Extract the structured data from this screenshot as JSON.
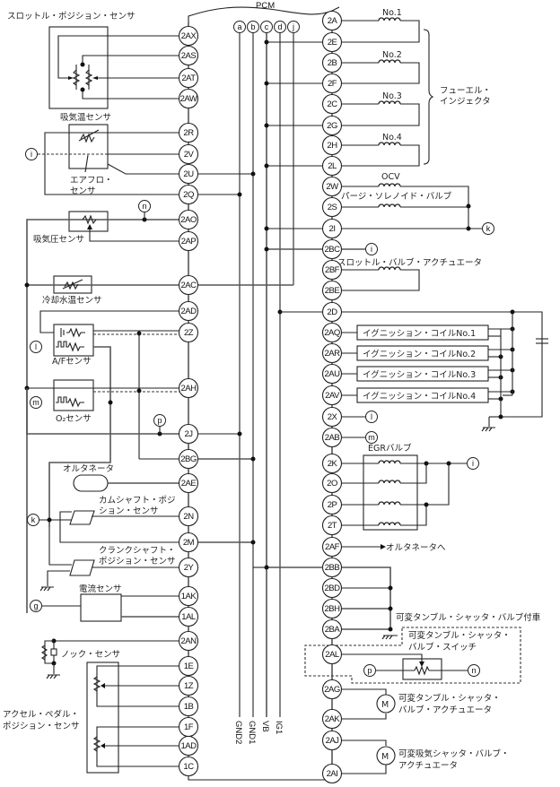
{
  "title": "PCM",
  "bus_tags": [
    "a",
    "b",
    "c",
    "d",
    "j"
  ],
  "bus_labels": [
    "GND2",
    "GND1",
    "VB",
    "IG1"
  ],
  "left_pins": [
    "2AX",
    "2AS",
    "2AT",
    "2AW",
    "2R",
    "2V",
    "2U",
    "2Q",
    "2AO",
    "2AP",
    "2AC",
    "2AD",
    "2Z",
    "2AH",
    "2J",
    "2BG",
    "2AE",
    "2N",
    "2M",
    "2Y",
    "1AK",
    "1AL",
    "2AN",
    "1E",
    "1Z",
    "1B",
    "1F",
    "1AD",
    "1C"
  ],
  "right_pins": [
    "2A",
    "2E",
    "2B",
    "2F",
    "2C",
    "2G",
    "2H",
    "2L",
    "2W",
    "2S",
    "2I",
    "2BC",
    "2BF",
    "2BE",
    "2D",
    "2AQ",
    "2AR",
    "2AU",
    "2AV",
    "2X",
    "2AB",
    "2K",
    "2O",
    "2P",
    "2T",
    "2AF",
    "2BB",
    "2BD",
    "2BH",
    "2BA",
    "2AL",
    "2AG",
    "2AK",
    "2AJ",
    "2AI"
  ],
  "components": {
    "throttle_position_sensor": "スロットル・ポジション・センサ",
    "intake_air_temp_sensor": "吸気温センサ",
    "airflow_sensor": [
      "エアフロ・",
      "センサ"
    ],
    "map_sensor": "吸気圧センサ",
    "coolant_temp_sensor": "冷却水温センサ",
    "af_sensor": "A/Fセンサ",
    "o2_sensor": "O₂センサ",
    "alternator": "オルタネータ",
    "camshaft_sensor": [
      "カムシャフト・ポジ",
      "ション・センサ"
    ],
    "crankshaft_sensor": [
      "クランクシャフト・",
      "ポジション・センサ"
    ],
    "current_sensor": "電流センサ",
    "knock_sensor": "ノック・センサ",
    "accel_pedal_sensor": [
      "アクセル・ペダル・",
      "ポジション・センサ"
    ],
    "injectors": [
      "No.1",
      "No.2",
      "No.3",
      "No.4"
    ],
    "fuel_injector": [
      "フューエル・",
      "インジェクタ"
    ],
    "ocv": "OCV",
    "purge_solenoid": "パージ・ソレノイド・バルブ",
    "throttle_actuator": "スロットル・バルブ・アクチュエータ",
    "ignition_coils": [
      "イグニッション・コイルNo.1",
      "イグニッション・コイルNo.2",
      "イグニッション・コイルNo.3",
      "イグニッション・コイルNo.4"
    ],
    "egr_valve": "EGRバルブ",
    "to_alternator": "オルタネータへ",
    "tumble_attach": "可変タンブル・シャッタ・バルブ付車",
    "tumble_switch": [
      "可変タンブル・シャッタ・",
      "バルブ・スイッチ"
    ],
    "tumble_actuator": [
      "可変タンブル・シャッタ・",
      "バルブ・アクチュエータ"
    ],
    "intake_shutter_actuator": [
      "可変吸気シャッタ・バルブ・",
      "アクチュエータ"
    ],
    "motor_symbol": "M"
  },
  "connector_tags": {
    "i": "i",
    "n": "n",
    "l": "l",
    "m": "m",
    "p": "p",
    "k": "k",
    "g": "g"
  }
}
